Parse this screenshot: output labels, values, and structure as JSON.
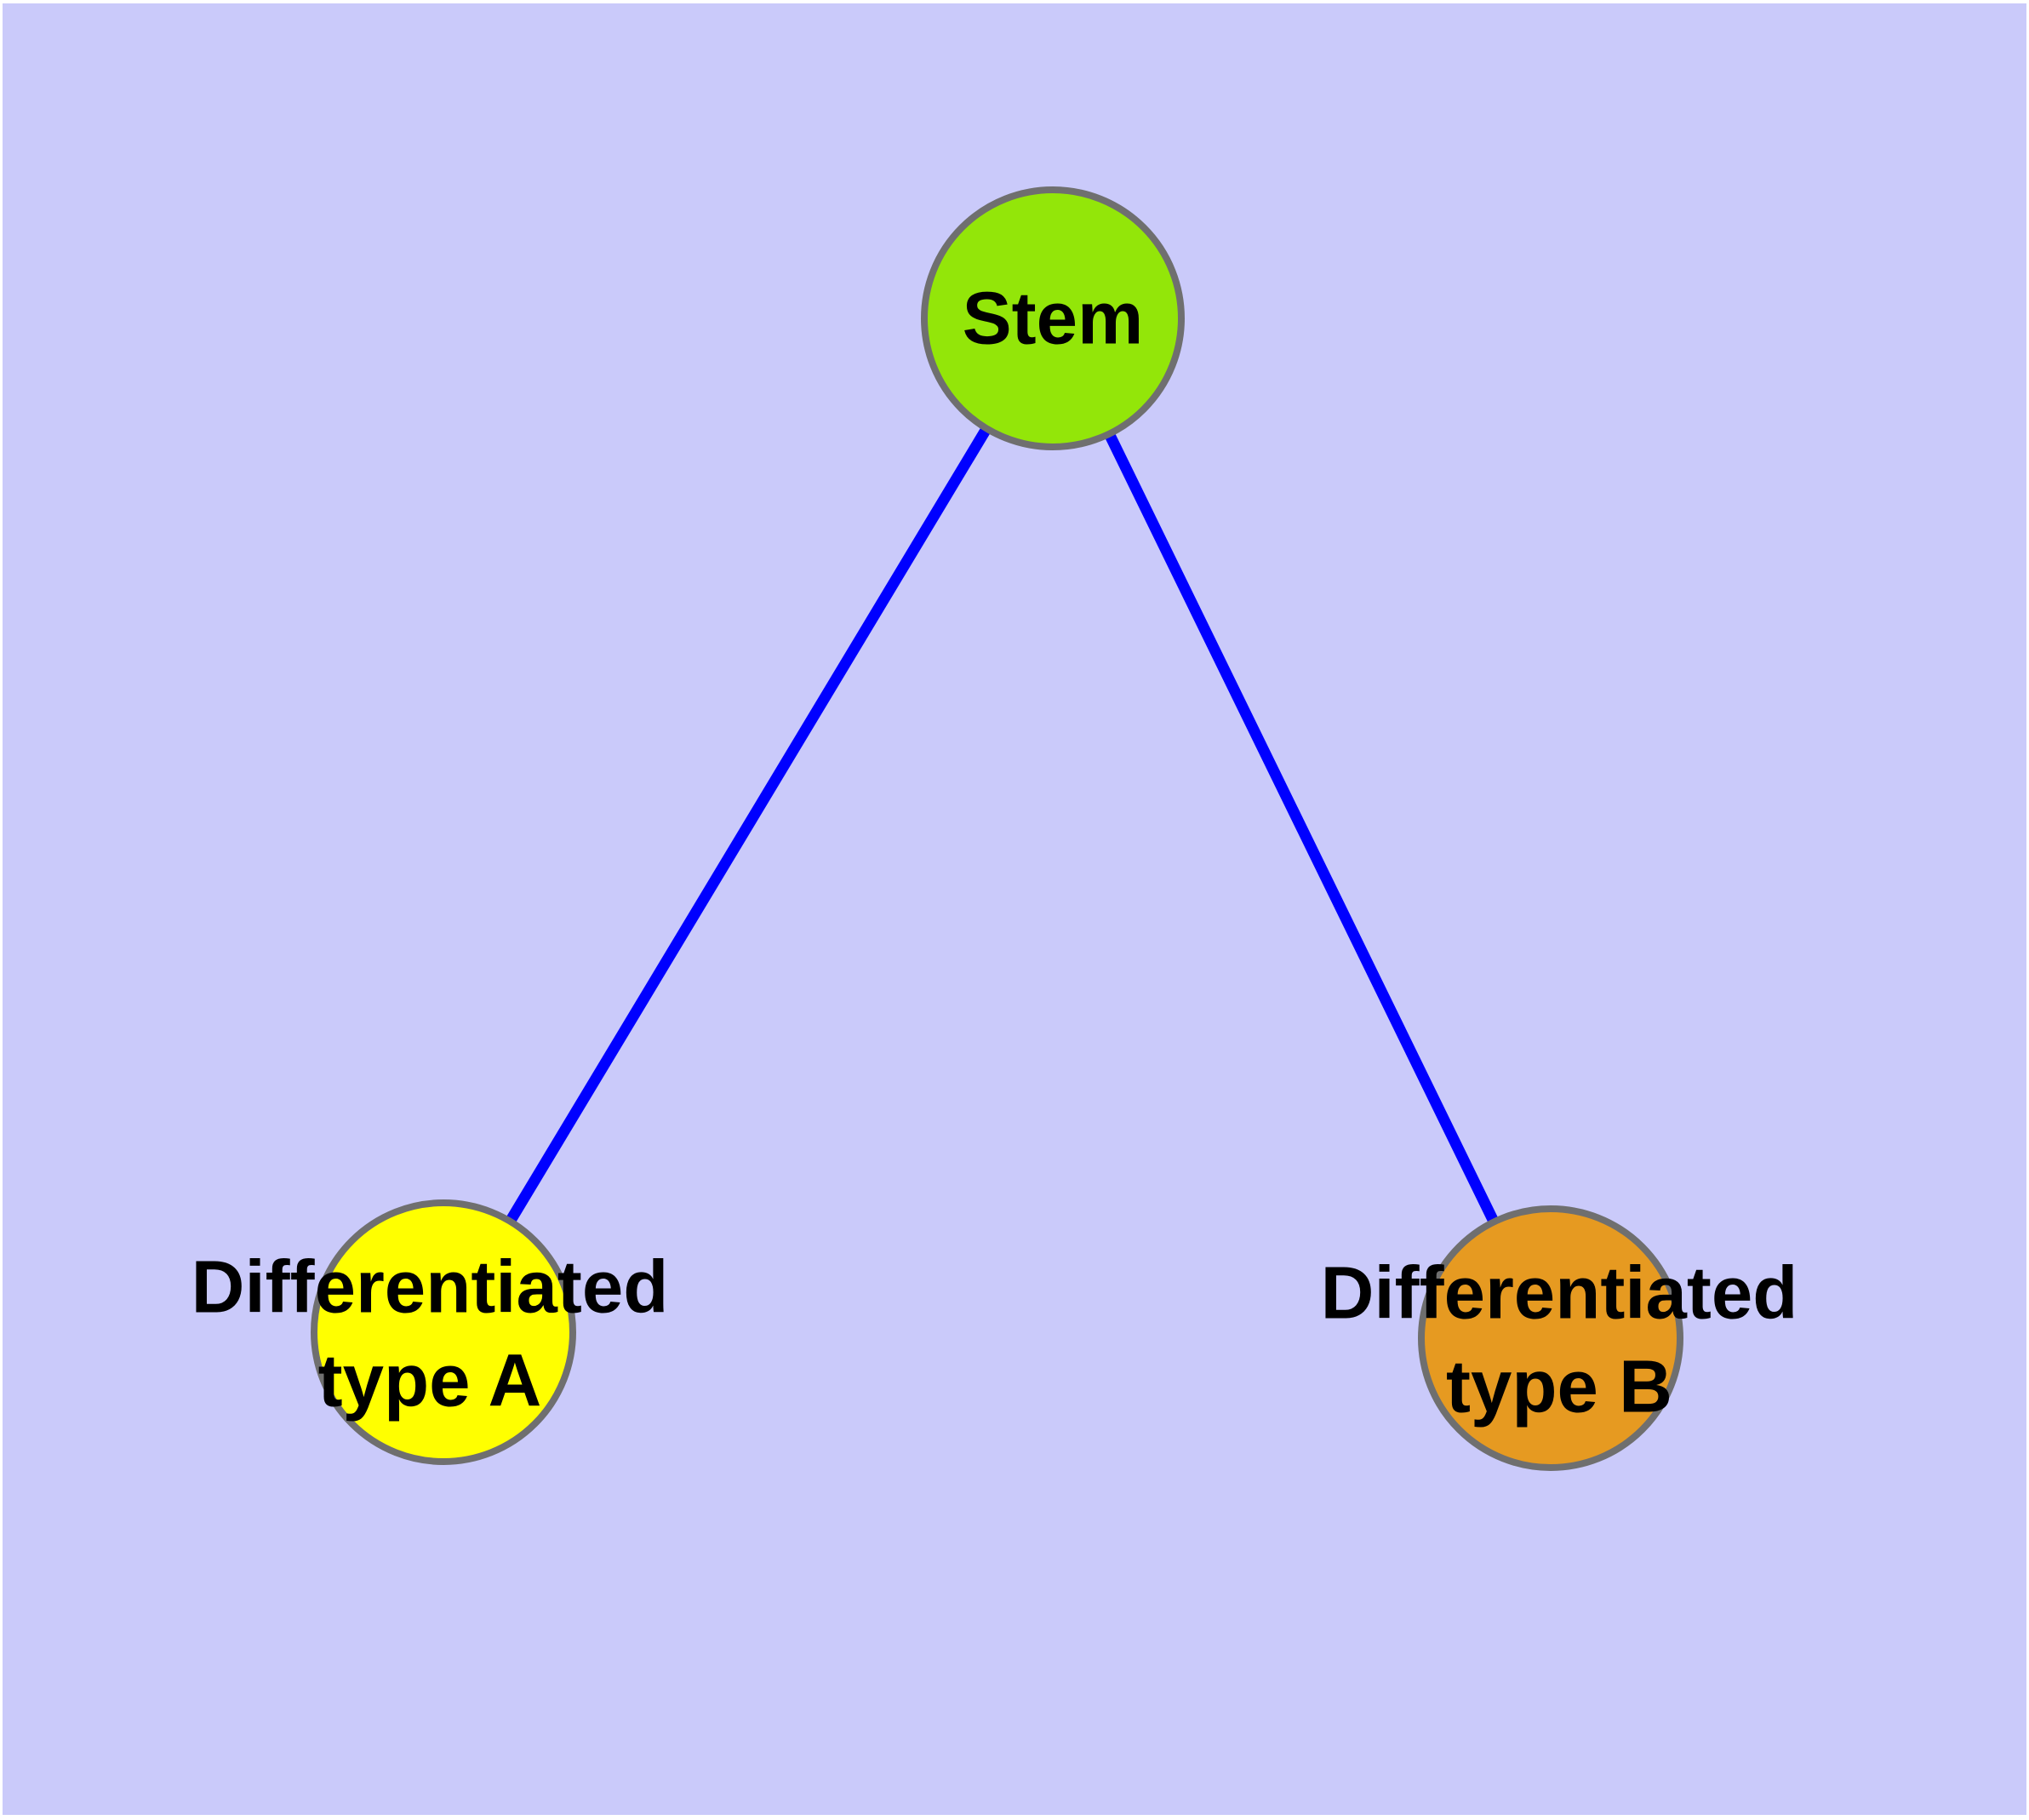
{
  "diagram": {
    "type": "node-link-diagram",
    "background_color": "#CACAFA",
    "outer_background_color": "#FFFFFF",
    "edge_color": "#0000FF",
    "node_border_color": "#6F6F6F",
    "text_color": "#000000",
    "nodes": [
      {
        "id": "stem",
        "label_lines": [
          "Stem"
        ],
        "fill": "#93E609"
      },
      {
        "id": "differentiated-type-a",
        "label_lines": [
          "Differentiated",
          "type A"
        ],
        "fill": "#FFFF00"
      },
      {
        "id": "differentiated-type-b",
        "label_lines": [
          "Differentiated",
          "type B"
        ],
        "fill": "#E69A21"
      }
    ],
    "edges": [
      {
        "from": "Stem",
        "to": "Differentiated type A"
      },
      {
        "from": "Stem",
        "to": "Differentiated type B"
      }
    ]
  }
}
